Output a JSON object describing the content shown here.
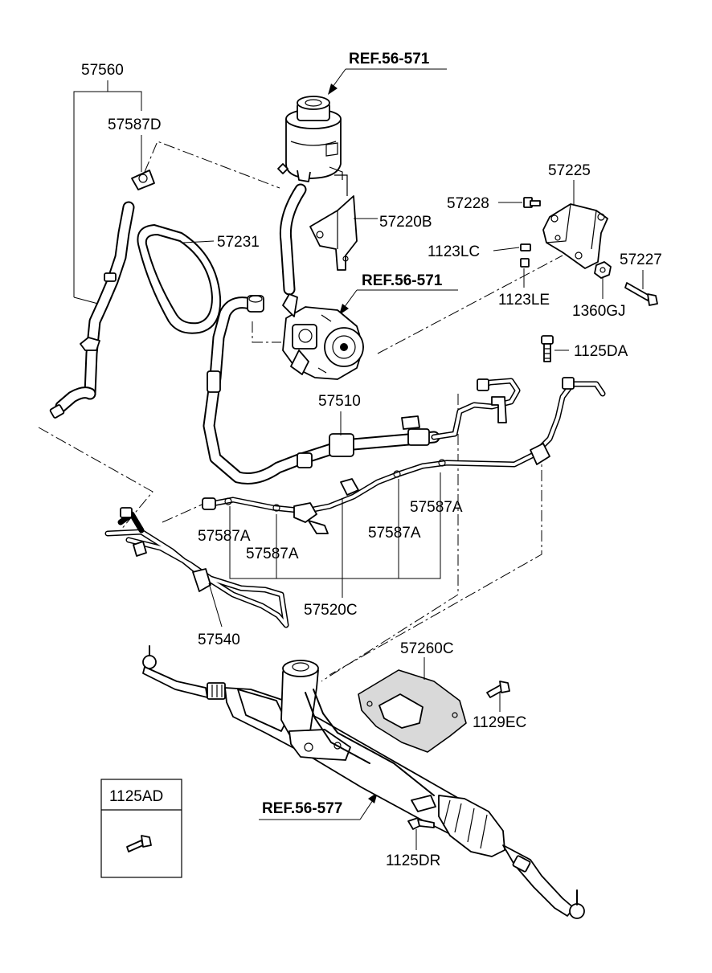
{
  "diagram": {
    "refs": {
      "reservoir": "REF.56-571",
      "pump": "REF.56-571",
      "gear": "REF.56-577"
    },
    "labels": {
      "p57560": "57560",
      "p57587D": "57587D",
      "p57231": "57231",
      "p57220B": "57220B",
      "p57225": "57225",
      "p57228": "57228",
      "p1123LC": "1123LC",
      "p1123LE": "1123LE",
      "p57227": "57227",
      "p1360GJ": "1360GJ",
      "p1125DA": "1125DA",
      "p57510": "57510",
      "p57587A_1": "57587A",
      "p57587A_2": "57587A",
      "p57587A_3": "57587A",
      "p57587A_4": "57587A",
      "p57520C": "57520C",
      "p57540": "57540",
      "p57260C": "57260C",
      "p1129EC": "1129EC",
      "p1125DR": "1125DR",
      "p1125AD": "1125AD"
    }
  }
}
